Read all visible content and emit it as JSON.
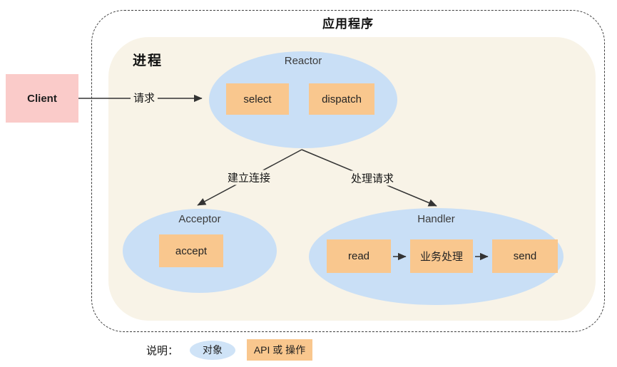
{
  "diagram": {
    "app_title": "应用程序",
    "process_label": "进程",
    "client_label": "Client",
    "edge_labels": {
      "request": "请求",
      "establish_connection": "建立连接",
      "handle_request": "处理请求"
    },
    "nodes": {
      "reactor": {
        "label": "Reactor",
        "ops": [
          "select",
          "dispatch"
        ]
      },
      "acceptor": {
        "label": "Acceptor",
        "ops": [
          "accept"
        ]
      },
      "handler": {
        "label": "Handler",
        "ops": [
          "read",
          "业务处理",
          "send"
        ]
      }
    },
    "legend": {
      "caption": "说明：",
      "object_label": "对象",
      "api_label": "API 或 操作"
    },
    "colors": {
      "object_fill": "#C9DFF6",
      "api_fill": "#F9C78E",
      "client_fill": "#FACBC9",
      "process_fill": "#F8F3E7",
      "line": "#333333"
    }
  }
}
